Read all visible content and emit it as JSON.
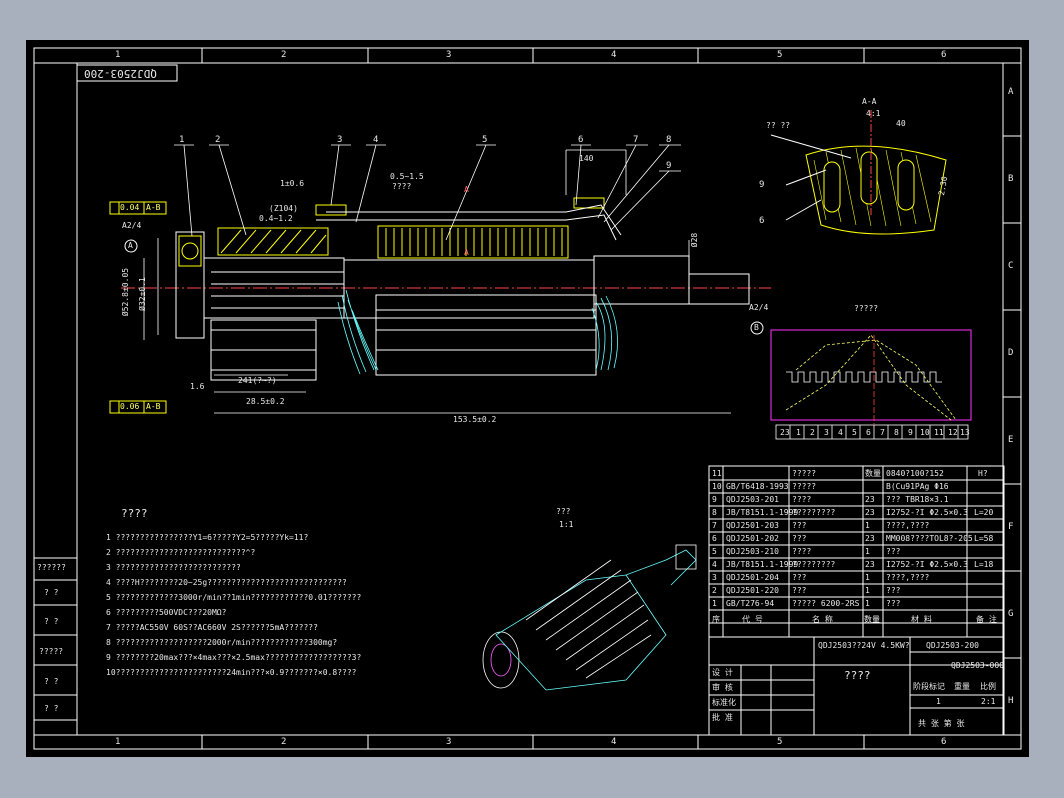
{
  "drawing_code": "QDJ2503-200",
  "grid_columns": [
    "1",
    "2",
    "3",
    "4",
    "5",
    "6"
  ],
  "grid_rows": [
    "A",
    "B",
    "C",
    "D",
    "E",
    "F",
    "G",
    "H"
  ],
  "balloons": [
    "1",
    "2",
    "3",
    "4",
    "5",
    "6",
    "7",
    "8",
    "9"
  ],
  "dims": {
    "d1": "1±0.6",
    "d2": "(Z104)",
    "d3": "0.4~1.2",
    "d4": "0.5~1.5",
    "d5": "????",
    "d6": "140",
    "d7": "Ø28",
    "d8": "Ø52.8±0.05",
    "d9": "Ø32±0.1",
    "d10": "241(?~?)",
    "d11": "28.5±0.2",
    "d12": "153.5±0.2",
    "d13": "1.6",
    "d14": "A2/4",
    "d15": "A2/4",
    "d16": "B",
    "d17": "A",
    "d18": "A",
    "d19": "A",
    "tol1": "0.04",
    "tol1ref": "A-B",
    "tol2": "0.06",
    "tol2ref": "A-B"
  },
  "section": {
    "title": "A-A",
    "scale": "4:1",
    "label": "?? ??",
    "dim1": "40",
    "dim2": "2.30",
    "balloon9": "9",
    "balloon6": "6"
  },
  "comm_diagram": {
    "title": "?????",
    "numbers": [
      "23",
      "1",
      "2",
      "3",
      "4",
      "5",
      "6",
      "7",
      "8",
      "9",
      "10",
      "11",
      "12",
      "13"
    ]
  },
  "notes": {
    "title": "????",
    "lines": [
      "1 ????????????????Y1=6?????Y2=5?????Yk=11?",
      "2 ???????????????????????????^?",
      "3 ??????????????????????????",
      "4 ????H????????20~25g?????????????????????????????",
      "5 ?????????????3000r/min??1min????????????0.01???????",
      "6 ?????????500VDC???20MΩ?",
      "7 ?????AC550V 60S??AC660V 2S??????5mA???????",
      "8 ???????????????????2000r/min????????????300mg?",
      "9 ????????20max???×4max???×2.5max??????????????????3?",
      "10???????????????????????24min???×0.9???????×0.8????"
    ]
  },
  "view_scale": {
    "label": "???",
    "ratio": "1:1"
  },
  "bom": {
    "rows": [
      {
        "no": "11",
        "code": "",
        "name": "?????",
        "qty": "数量",
        "mat": "0840?100?152",
        "note": "H?"
      },
      {
        "no": "10",
        "code": "GB/T6418-1993",
        "name": "?????",
        "qty": "",
        "mat": "B(Cu91PAg Φ16",
        "note": ""
      },
      {
        "no": "9",
        "code": "QDJ2503-201",
        "name": "????",
        "qty": "23",
        "mat": "??? TBR18×3.1",
        "note": ""
      },
      {
        "no": "8",
        "code": "JB/T8151.1-1999",
        "name": "?????????",
        "qty": "23",
        "mat": "I2752-?I Φ2.5×0.3",
        "note": "L=20"
      },
      {
        "no": "7",
        "code": "QDJ2501-203",
        "name": "???",
        "qty": "1",
        "mat": "????,????",
        "note": ""
      },
      {
        "no": "6",
        "code": "QDJ2501-202",
        "name": "???",
        "qty": "23",
        "mat": "MM008????TOL8?-205",
        "note": "L=58"
      },
      {
        "no": "5",
        "code": "QDJ2503-210",
        "name": "????",
        "qty": "1",
        "mat": "???",
        "note": ""
      },
      {
        "no": "4",
        "code": "JB/T8151.1-1999",
        "name": "?????????",
        "qty": "23",
        "mat": "I2752-?I Φ2.5×0.3",
        "note": "L=18"
      },
      {
        "no": "3",
        "code": "QDJ2501-204",
        "name": "???",
        "qty": "1",
        "mat": "????,????",
        "note": ""
      },
      {
        "no": "2",
        "code": "QDJ2501-220",
        "name": "???",
        "qty": "1",
        "mat": "???",
        "note": ""
      },
      {
        "no": "1",
        "code": "GB/T276-94",
        "name": "????? 6200-2RS",
        "qty": "1",
        "mat": "???",
        "note": ""
      }
    ],
    "header": {
      "no": "序",
      "code": "代 号",
      "name": "名 称",
      "qty": "数量",
      "mat": "材 料",
      "note": "备 注"
    }
  },
  "title_block": {
    "product": "QDJ2503??24V 4.5KW?",
    "part_name": "????",
    "drawing_no": "QDJ2503-200",
    "assembly_no": "QDJ2503-000",
    "sheet": "1",
    "scale": "2:1",
    "left_labels": [
      "设 计",
      "审 核",
      "标准化",
      "批 准"
    ],
    "right_labels": [
      "阶段标记",
      "重量",
      "比例"
    ],
    "bottom_text": "共 张 第 张"
  },
  "side_stamps": [
    "??????",
    "? ?",
    "? ?",
    "?????",
    "? ?",
    "? ?"
  ]
}
